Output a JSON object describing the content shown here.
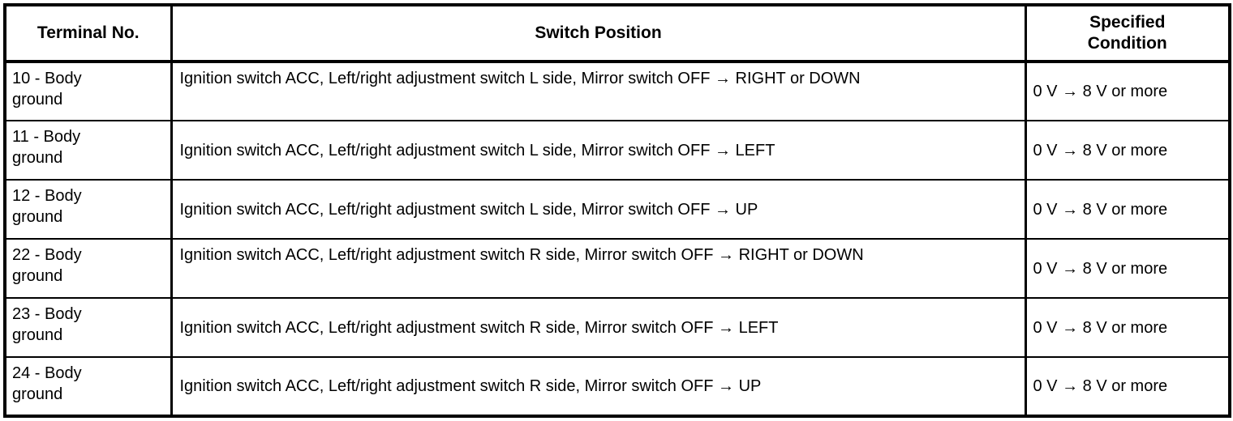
{
  "table": {
    "headers": {
      "terminal": "Terminal No.",
      "switch": "Switch Position",
      "condition_line1": "Specified",
      "condition_line2": "Condition"
    },
    "rows": [
      {
        "terminal_line1": "10 - Body",
        "terminal_line2": "ground",
        "switch_position": "Ignition switch ACC, Left/right adjustment switch L side, Mirror switch OFF → RIGHT or DOWN",
        "specified_condition": "0 V → 8 V or more"
      },
      {
        "terminal_line1": "11 - Body",
        "terminal_line2": "ground",
        "switch_position": "Ignition switch ACC, Left/right adjustment switch L side, Mirror switch OFF → LEFT",
        "specified_condition": "0 V → 8 V or more"
      },
      {
        "terminal_line1": "12 - Body",
        "terminal_line2": "ground",
        "switch_position": "Ignition switch ACC, Left/right adjustment switch L side, Mirror switch OFF → UP",
        "specified_condition": "0 V → 8 V or more"
      },
      {
        "terminal_line1": "22 - Body",
        "terminal_line2": "ground",
        "switch_position": "Ignition switch ACC, Left/right adjustment switch R side, Mirror switch OFF → RIGHT or DOWN",
        "specified_condition": "0 V → 8 V or more"
      },
      {
        "terminal_line1": "23 - Body",
        "terminal_line2": "ground",
        "switch_position": "Ignition switch ACC, Left/right adjustment switch R side, Mirror switch OFF → LEFT",
        "specified_condition": "0 V → 8 V or more"
      },
      {
        "terminal_line1": "24 - Body",
        "terminal_line2": "ground",
        "switch_position": "Ignition switch ACC, Left/right adjustment switch R side, Mirror switch OFF → UP",
        "specified_condition": "0 V → 8 V or more"
      }
    ]
  },
  "colors": {
    "border": "#000000",
    "text": "#000000",
    "background": "#ffffff"
  }
}
